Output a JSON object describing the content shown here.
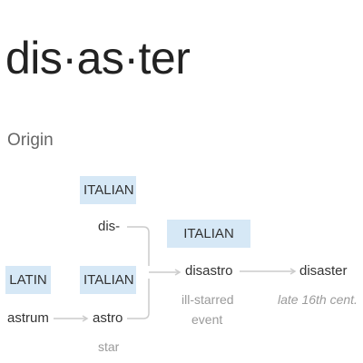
{
  "headword": "dis·as·ter",
  "section_title": "Origin",
  "nodes": {
    "italian_dis": {
      "language": "ITALIAN",
      "word": "dis-"
    },
    "latin_astrum": {
      "language": "LATIN",
      "word": "astrum"
    },
    "italian_astro": {
      "language": "ITALIAN",
      "word": "astro",
      "gloss": "star"
    },
    "italian_disastro": {
      "language": "ITALIAN",
      "word": "disastro",
      "gloss_line1": "ill-starred",
      "gloss_line2": "event"
    },
    "english_disaster": {
      "word": "disaster",
      "gloss": "late 16th cent."
    }
  },
  "colors": {
    "badge_bg": "#d6e8f6",
    "connector": "#cccccc",
    "gloss": "#9a9a9a"
  }
}
